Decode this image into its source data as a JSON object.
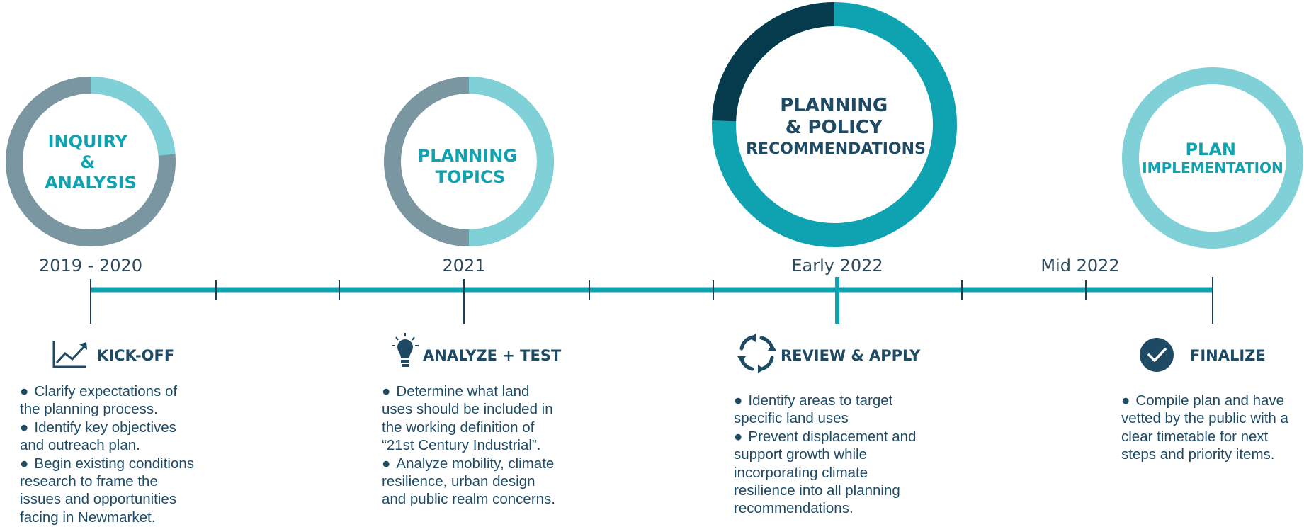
{
  "colors": {
    "teal": "#0fa3b1",
    "light_teal": "#7fd1d7",
    "grey": "#7a96a0",
    "dark_navy": "#063a4d",
    "text_navy": "#1e4a63",
    "date_text": "#2e4a5b"
  },
  "phases": [
    {
      "lines": [
        "INQUIRY",
        "&",
        "ANALYSIS"
      ],
      "date": "2019 - 2020"
    },
    {
      "lines": [
        "PLANNING",
        "TOPICS"
      ],
      "date": "2021"
    },
    {
      "lines": [
        "PLANNING",
        "& POLICY",
        "RECOMMENDATIONS"
      ],
      "date": "Early 2022"
    },
    {
      "lines": [
        "PLAN",
        "IMPLEMENTATION"
      ],
      "date": "Mid 2022"
    }
  ],
  "steps": [
    {
      "icon": "trend-line-chart-icon",
      "title": "KICK-OFF",
      "bullets": [
        [
          "Clarify expectations of",
          "the planning process."
        ],
        [
          "Identify key objectives",
          "and outreach plan."
        ],
        [
          "Begin existing conditions",
          "research to frame the",
          "issues and opportunities",
          "facing in Newmarket."
        ]
      ]
    },
    {
      "icon": "lightbulb-icon",
      "title": "ANALYZE + TEST",
      "bullets": [
        [
          "Determine what land",
          "uses should be included in",
          "the working definition of",
          "“21st Century Industrial”."
        ],
        [
          "Analyze mobility, climate",
          "resilience, urban design",
          "and public realm concerns."
        ]
      ]
    },
    {
      "icon": "refresh-cycle-icon",
      "title": "REVIEW & APPLY",
      "bullets": [
        [
          "Identify areas to target",
          "specific land uses"
        ],
        [
          "Prevent displacement and",
          "support growth while",
          "incorporating climate",
          "resilience into all planning",
          "recommendations."
        ]
      ]
    },
    {
      "icon": "checkmark-circle-icon",
      "title": "FINALIZE",
      "bullets": [
        [
          "Compile plan and have",
          "vetted by the public with a",
          "clear timetable for next",
          "steps and priority items."
        ]
      ]
    }
  ]
}
